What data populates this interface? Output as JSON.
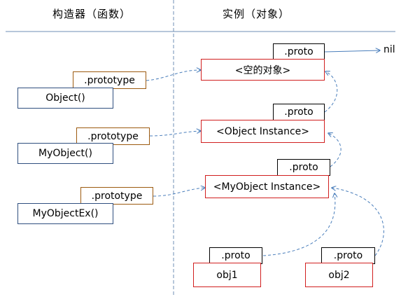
{
  "headers": {
    "constructors": "构造器（函数）",
    "instances": "实例（对象）"
  },
  "constructors": [
    {
      "name": "Object()",
      "prototype_label": ".prototype"
    },
    {
      "name": "MyObject()",
      "prototype_label": ".prototype"
    },
    {
      "name": "MyObjectEx()",
      "prototype_label": ".prototype"
    }
  ],
  "instances": [
    {
      "label": "<空的对象>",
      "proto_label": ".proto"
    },
    {
      "label": "<Object Instance>",
      "proto_label": ".proto"
    },
    {
      "label": "<MyObject Instance>",
      "proto_label": ".proto"
    }
  ],
  "objects": [
    {
      "label": "obj1",
      "proto_label": ".proto"
    },
    {
      "label": "obj2",
      "proto_label": ".proto"
    }
  ],
  "nil_label": "nil",
  "colors": {
    "constructor_border": "#2f4f7f",
    "instance_border": "#d11f1f",
    "prototype_border": "#9c5a0f",
    "proto_border": "#000000",
    "link_color": "#4a7ebb"
  }
}
